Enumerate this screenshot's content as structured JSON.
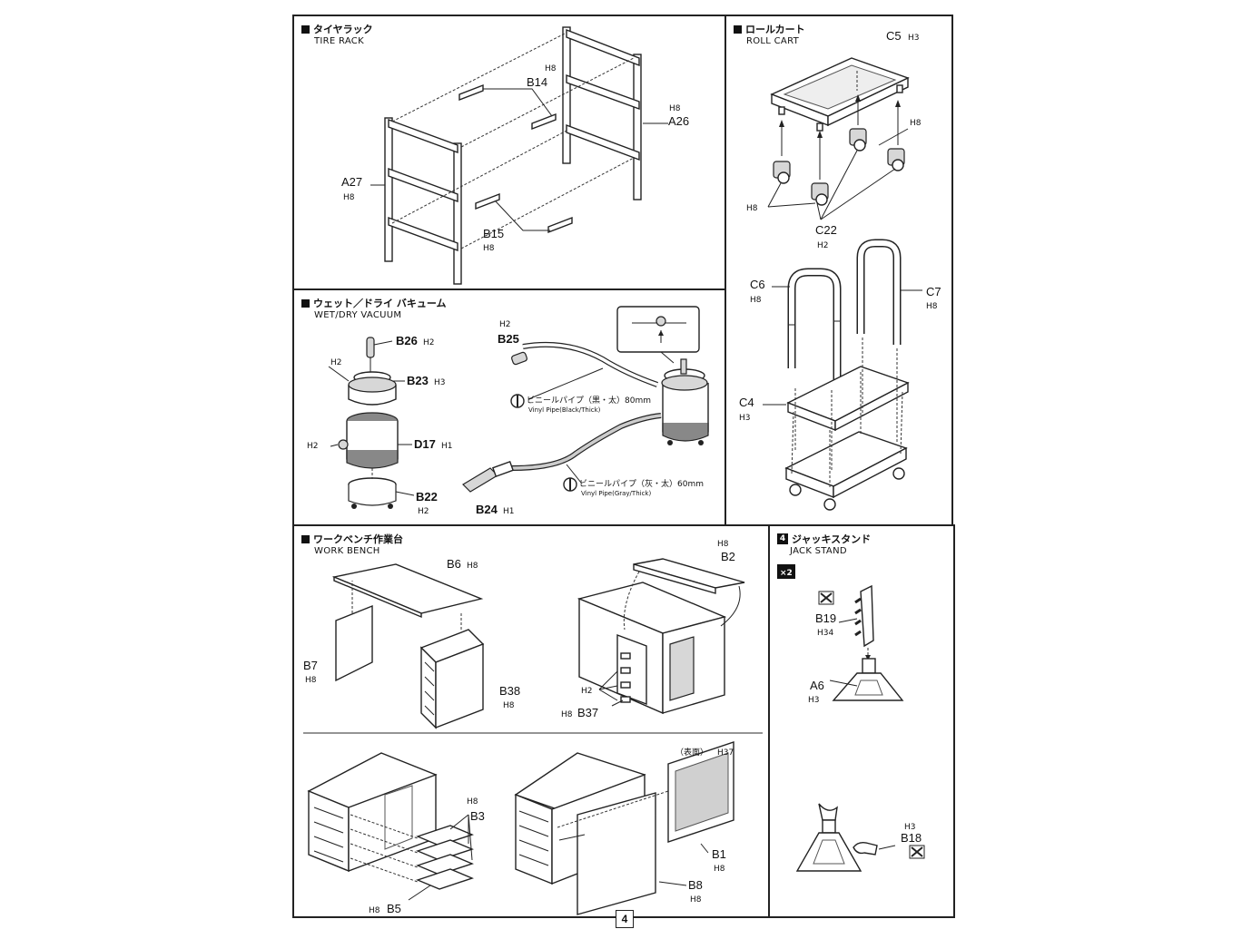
{
  "sections": {
    "tire_rack": {
      "title_jp": "タイヤラック",
      "title_en": "TIRE RACK"
    },
    "roll_cart": {
      "title_jp": "ロールカート",
      "title_en": "ROLL CART"
    },
    "vacuum": {
      "title_jp": "ウェット／ドライ バキューム",
      "title_en": "WET/DRY VACUUM"
    },
    "work_bench": {
      "title_jp": "ワークベンチ作業台",
      "title_en": "WORK BENCH"
    },
    "jack_stand": {
      "step": "4",
      "title_jp": "ジャッキスタンド",
      "title_en": "JACK STAND"
    }
  },
  "labels": {
    "tire_rack": {
      "b14": "B14",
      "b14_h": "H8",
      "a26": "A26",
      "a26_h": "H8",
      "a27": "A27",
      "a27_h": "H8",
      "b15": "B15",
      "b15_h": "H8"
    },
    "roll_cart": {
      "c5": "C5",
      "c5_h": "H3",
      "c5_wheel_h": "H8",
      "left_h": "H8",
      "c22": "C22",
      "c22_h": "H2",
      "c6": "C6",
      "c6_h": "H8",
      "c7": "C7",
      "c7_h": "H8",
      "c4": "C4",
      "c4_h": "H3"
    },
    "vacuum": {
      "b26": "B26",
      "b26_h": "H2",
      "b23": "B23",
      "b23_h": "H3",
      "b23_left_h": "H2",
      "d17": "D17",
      "d17_h": "H1",
      "d17_left_h": "H2",
      "b22": "B22",
      "b22_h": "H2",
      "b25": "B25",
      "b25_h": "H2",
      "b24": "B24",
      "b24_h": "H1",
      "pipe1_jp": "ビニールパイプ（黒・太）80mm",
      "pipe1_en": "Vinyl Pipe(Black/Thick)",
      "pipe2_jp": "ビニールパイプ（灰・太）60mm",
      "pipe2_en": "Vinyl Pipe(Gray/Thick)"
    },
    "work_bench": {
      "b6": "B6",
      "b6_h": "H8",
      "b7": "B7",
      "b7_h": "H8",
      "b38": "B38",
      "b38_h": "H8",
      "b2": "B2",
      "b2_h": "H8",
      "b37": "B37",
      "b37_h": "H8",
      "b37_inner_h": "H2",
      "b3": "B3",
      "b3_h": "H8",
      "b5": "B5",
      "b5_h": "H8",
      "face": "（表面）",
      "face_h": "H37",
      "b1": "B1",
      "b1_h": "H8",
      "b8": "B8",
      "b8_h": "H8"
    },
    "jack_stand": {
      "qty": "×2",
      "b19": "B19",
      "b19_h": "H34",
      "a6": "A6",
      "a6_h": "H3",
      "b18": "B18",
      "b18_h": "H3"
    }
  },
  "page_number": "4"
}
